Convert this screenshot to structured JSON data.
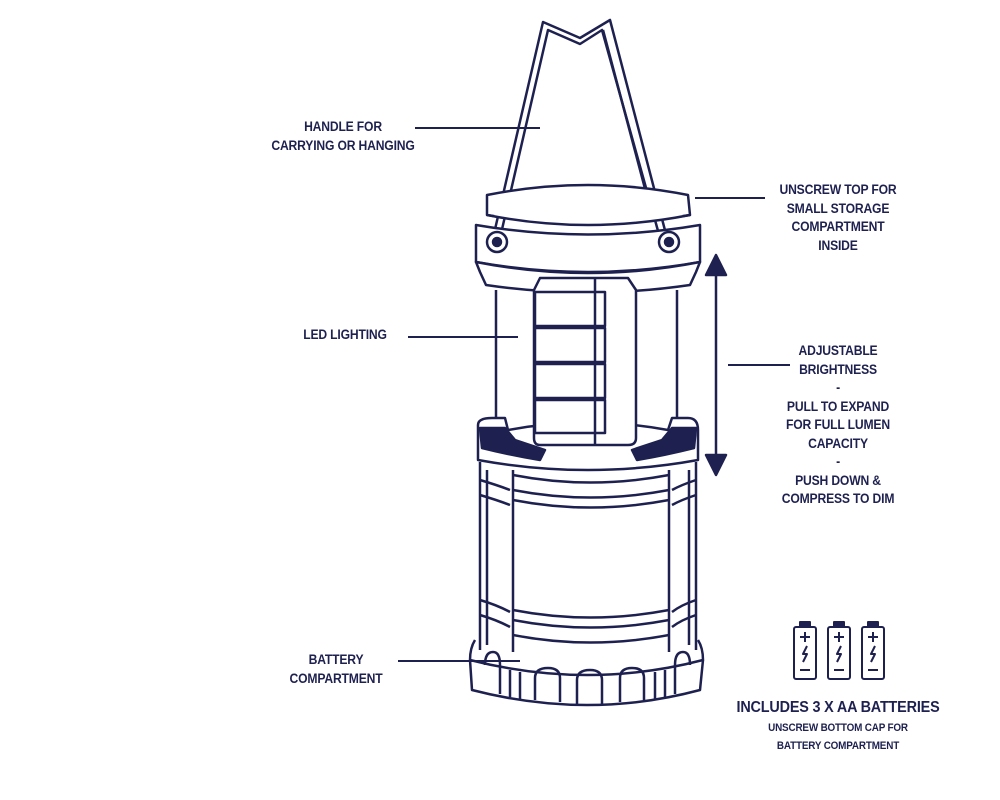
{
  "color": "#1e2150",
  "labels": {
    "handle": [
      "HANDLE FOR",
      "CARRYING OR HANGING"
    ],
    "top": [
      "UNSCREW TOP FOR",
      "SMALL STORAGE",
      "COMPARTMENT",
      "INSIDE"
    ],
    "led": [
      "LED LIGHTING"
    ],
    "brightness": [
      "ADJUSTABLE",
      "BRIGHTNESS",
      "-",
      "PULL TO EXPAND",
      "FOR FULL LUMEN",
      "CAPACITY",
      "-",
      "PUSH DOWN &",
      "COMPRESS TO DIM"
    ],
    "battery": [
      "BATTERY",
      "COMPARTMENT"
    ]
  },
  "batteries": {
    "count": 3,
    "title": "INCLUDES 3 X AA BATTERIES",
    "subtitle": [
      "UNSCREW BOTTOM CAP FOR",
      "BATTERY COMPARTMENT"
    ]
  }
}
